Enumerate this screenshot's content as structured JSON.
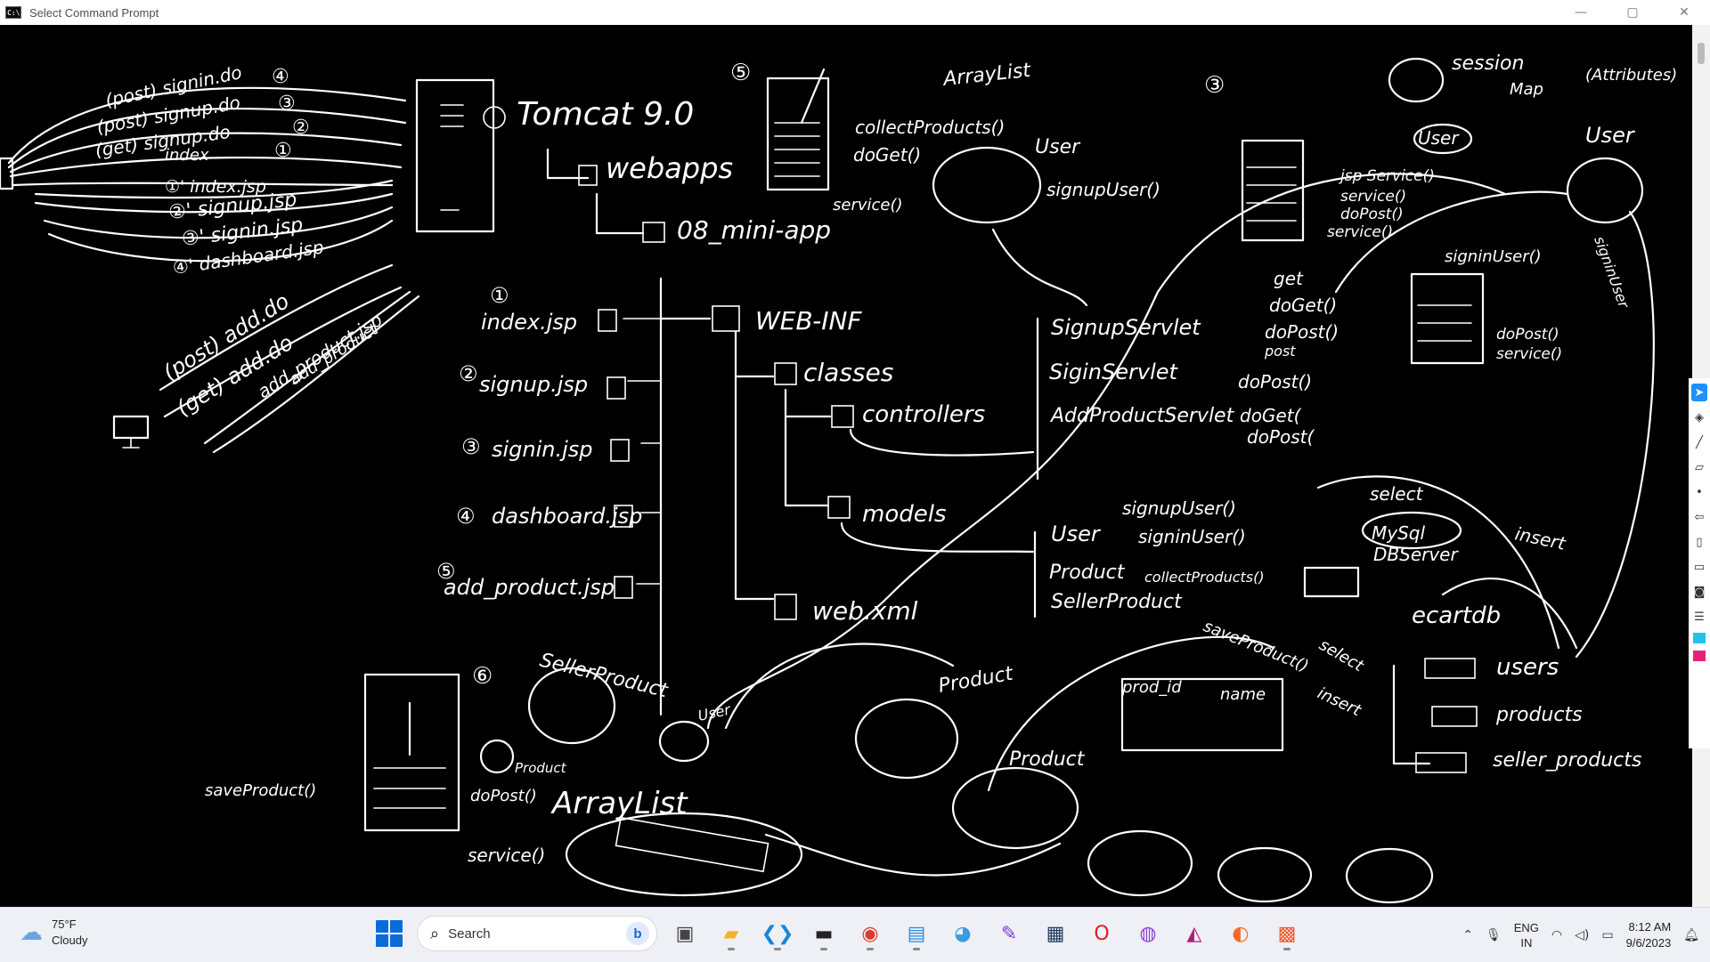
{
  "window": {
    "title": "Select Command Prompt",
    "app_icon_text": "C:\\",
    "minimize": "—",
    "maximize": "▢",
    "close": "✕"
  },
  "sketch": {
    "left_requests": [
      "(post) signin.do",
      "(post) signup.do",
      "(get) signup.do",
      "index"
    ],
    "left_numbers": [
      "④",
      "③",
      "②",
      "①"
    ],
    "left_responses": [
      "①' index.jsp",
      "②' signup.jsp",
      "③' signin.jsp",
      "④' dashboard.jsp"
    ],
    "add_requests": [
      "(post) add.do",
      "(get) add.do",
      "add_product.jsp",
      "add_product"
    ],
    "tomcat": "Tomcat 9.0",
    "webapps": "webapps",
    "project": "08_mini-app",
    "jsp_files": [
      "index.jsp",
      "signup.jsp",
      "signin.jsp",
      "dashboard.jsp",
      "add_product.jsp"
    ],
    "jsp_numbers": [
      "①",
      "②",
      "③",
      "④",
      "⑤"
    ],
    "web_inf": "WEB-INF",
    "classes": "classes",
    "controllers": "controllers",
    "models": "models",
    "web_xml": "web.xml",
    "servlets": [
      "SignupServlet",
      "SiginServlet",
      "AddProductServlet"
    ],
    "servlet_methods": [
      "get",
      "doGet()",
      "doPost()",
      "post",
      "doPost()",
      "doGet(",
      "doPost("
    ],
    "models_list": [
      "User",
      "signupUser()",
      "signinUser()",
      "Product",
      "collectProducts()",
      "SellerProduct",
      "saveProduct()"
    ],
    "top_center": [
      "ArrayList",
      "collectProducts()",
      "doGet()",
      "service()",
      "User",
      "signupUser()"
    ],
    "top_right": [
      "session",
      "Map",
      "(Attributes)",
      "User",
      "User",
      "jsp Service()",
      "service()",
      "doPost()",
      "service()",
      "signinUser()",
      "doPost()",
      "service()",
      "signinUser"
    ],
    "mysql": [
      "MySql",
      "DBServer",
      "ecartdb",
      "select",
      "insert",
      "select",
      "insert"
    ],
    "tables": [
      "users",
      "products",
      "seller_products"
    ],
    "bottom": [
      "SellerProduct",
      "User",
      "Product",
      "saveProduct()",
      "doPost()",
      "service()",
      "ArrayList",
      "Product",
      "Product",
      "prod_id",
      "name"
    ],
    "circled": [
      "⑤",
      "③",
      "⑥"
    ]
  },
  "taskbar": {
    "weather_temp": "75°F",
    "weather_desc": "Cloudy",
    "search_label": "Search",
    "lang_top": "ENG",
    "lang_bottom": "IN",
    "time": "8:12 AM",
    "date": "9/6/2023",
    "apps": [
      "task-view-icon",
      "file-explorer-icon",
      "vscode-icon",
      "terminal-icon",
      "chrome-icon",
      "notepad-icon",
      "paint-icon",
      "pen-icon",
      "mysql-icon",
      "opera-icon",
      "discord-icon",
      "intellij-icon",
      "firefox-icon",
      "screen-tool-icon"
    ]
  },
  "colors": {
    "ink": "#ffffff",
    "canvas": "#000000",
    "taskbar": "#eef0f6",
    "accent": "#0a6cd6"
  }
}
